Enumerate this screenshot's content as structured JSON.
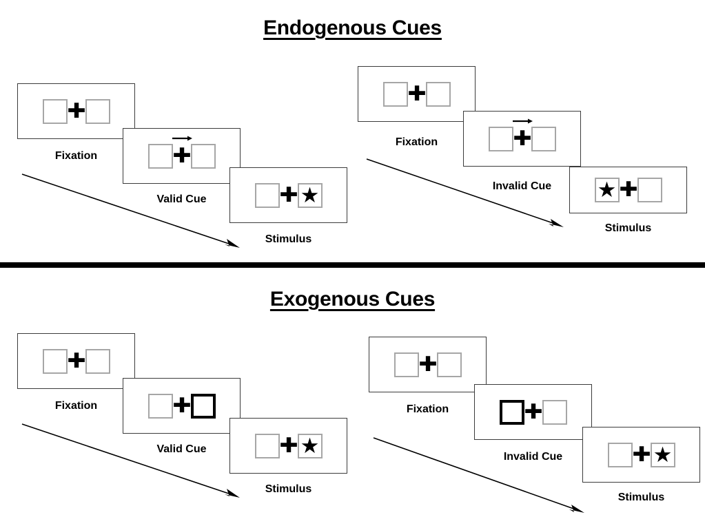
{
  "figure": {
    "title_top": "Endogenous Cues",
    "title_bottom": "Exogenous Cues"
  },
  "sections": [
    {
      "name": "endogenous",
      "title": "Endogenous Cues",
      "groups": [
        {
          "name": "endogenous-valid",
          "panels": [
            {
              "caption": "Fixation",
              "left_box": "empty",
              "right_box": "empty",
              "center": "plus",
              "arrow_cue": "none"
            },
            {
              "caption": "Valid Cue",
              "left_box": "empty",
              "right_box": "empty",
              "center": "plus",
              "arrow_cue": "right-arrow-icon"
            },
            {
              "caption": "Stimulus",
              "left_box": "empty",
              "right_box": "star",
              "center": "plus",
              "arrow_cue": "none"
            }
          ]
        },
        {
          "name": "endogenous-invalid",
          "panels": [
            {
              "caption": "Fixation",
              "left_box": "empty",
              "right_box": "empty",
              "center": "plus",
              "arrow_cue": "none"
            },
            {
              "caption": "Invalid Cue",
              "left_box": "empty",
              "right_box": "empty",
              "center": "plus",
              "arrow_cue": "right-arrow-icon"
            },
            {
              "caption": "Stimulus",
              "left_box": "star",
              "right_box": "empty",
              "center": "plus",
              "arrow_cue": "none"
            }
          ]
        }
      ]
    },
    {
      "name": "exogenous",
      "title": "Exogenous Cues",
      "groups": [
        {
          "name": "exogenous-valid",
          "panels": [
            {
              "caption": "Fixation",
              "left_box": "empty",
              "right_box": "empty",
              "center": "plus",
              "arrow_cue": "none"
            },
            {
              "caption": "Valid Cue",
              "left_box": "empty",
              "right_box": "cued",
              "center": "plus",
              "arrow_cue": "none"
            },
            {
              "caption": "Stimulus",
              "left_box": "empty",
              "right_box": "star",
              "center": "plus",
              "arrow_cue": "none"
            }
          ]
        },
        {
          "name": "exogenous-invalid",
          "panels": [
            {
              "caption": "Fixation",
              "left_box": "empty",
              "right_box": "empty",
              "center": "plus",
              "arrow_cue": "none"
            },
            {
              "caption": "Invalid Cue",
              "left_box": "cued",
              "right_box": "empty",
              "center": "plus",
              "arrow_cue": "none"
            },
            {
              "caption": "Stimulus",
              "left_box": "empty",
              "right_box": "star",
              "center": "plus",
              "arrow_cue": "none"
            }
          ]
        }
      ]
    }
  ],
  "glyphs": {
    "plus": "✚",
    "star": "★"
  },
  "colors": {
    "frame_border": "#3a3a3a",
    "box_border": "#a6a6a6",
    "cued_box_border": "#000000",
    "ink": "#000000",
    "background": "#ffffff"
  },
  "flow_arrows": [
    {
      "name": "time-flow-arrow-endogenous-valid"
    },
    {
      "name": "time-flow-arrow-endogenous-invalid"
    },
    {
      "name": "time-flow-arrow-exogenous-valid"
    },
    {
      "name": "time-flow-arrow-exogenous-invalid"
    }
  ]
}
